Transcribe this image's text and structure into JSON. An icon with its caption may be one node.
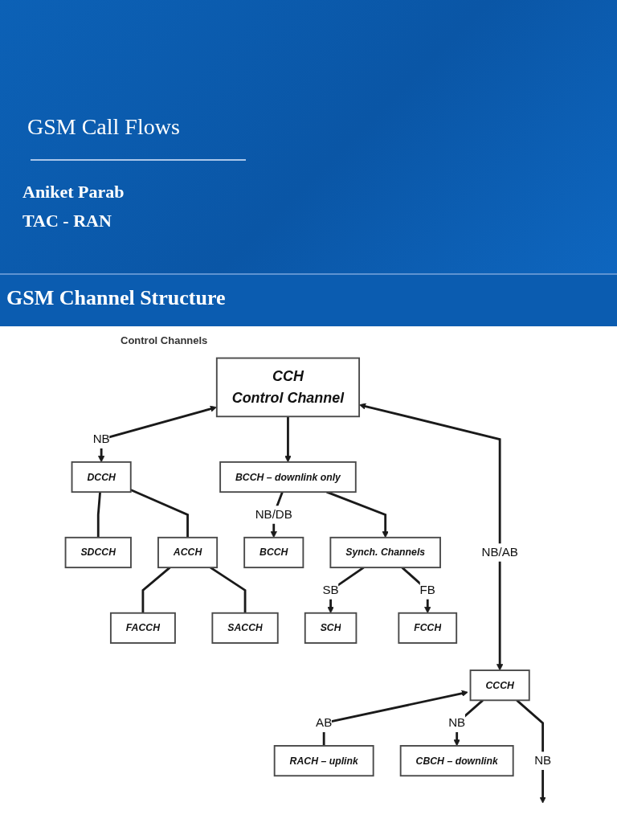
{
  "diagram": {
    "title": "GSM Channel Structure",
    "nodes": [
      {
        "text": [
          "CCH",
          "Control Channel"
        ]
      },
      {
        "text": [
          "DCCH"
        ]
      },
      {
        "text": [
          "BCCH – downlink only"
        ]
      },
      {
        "text": [
          "SDCCH"
        ]
      },
      {
        "text": [
          "ACCH"
        ]
      },
      {
        "text": [
          "BCCH"
        ]
      },
      {
        "text": [
          "Synch. Channels"
        ]
      },
      {
        "text": [
          "FACCH"
        ]
      },
      {
        "text": [
          "SACCH"
        ]
      },
      {
        "text": [
          "SCH"
        ]
      },
      {
        "text": [
          "FCCH"
        ]
      },
      {
        "text": [
          "CCCH"
        ]
      },
      {
        "text": [
          "RACH – uplink"
        ]
      },
      {
        "text": [
          "CBCH – downlink"
        ]
      }
    ],
    "edges": [
      {
        "from": 0,
        "to": 1,
        "arrow": "both",
        "label": "NB"
      },
      {
        "from": 0,
        "to": 11,
        "arrow": "both",
        "label": "NB/AB"
      },
      {
        "from": 0,
        "to": 2,
        "arrow": "to"
      },
      {
        "from": 1,
        "to": 3,
        "arrow": "none"
      },
      {
        "from": 1,
        "to": 4,
        "arrow": "none"
      },
      {
        "from": 2,
        "to": 5,
        "arrow": "to",
        "label": "NB/DB"
      },
      {
        "from": 2,
        "to": 6,
        "arrow": "to"
      },
      {
        "from": 4,
        "to": 7,
        "arrow": "none"
      },
      {
        "from": 4,
        "to": 8,
        "arrow": "none"
      },
      {
        "from": 6,
        "to": 9,
        "arrow": "to",
        "label": "SB"
      },
      {
        "from": 6,
        "to": 10,
        "arrow": "to",
        "label": "FB"
      },
      {
        "from": 12,
        "to": 11,
        "arrow": "to",
        "label": "AB"
      },
      {
        "from": 11,
        "to": null,
        "arrow": "to",
        "label": "NB"
      },
      {
        "from": 11,
        "to": 13,
        "arrow": "to",
        "label": "NB"
      }
    ],
    "labels": [
      "GSM Call Flows",
      "Aniket Parab",
      "TAC - RAN",
      "Control Channels"
    ]
  }
}
